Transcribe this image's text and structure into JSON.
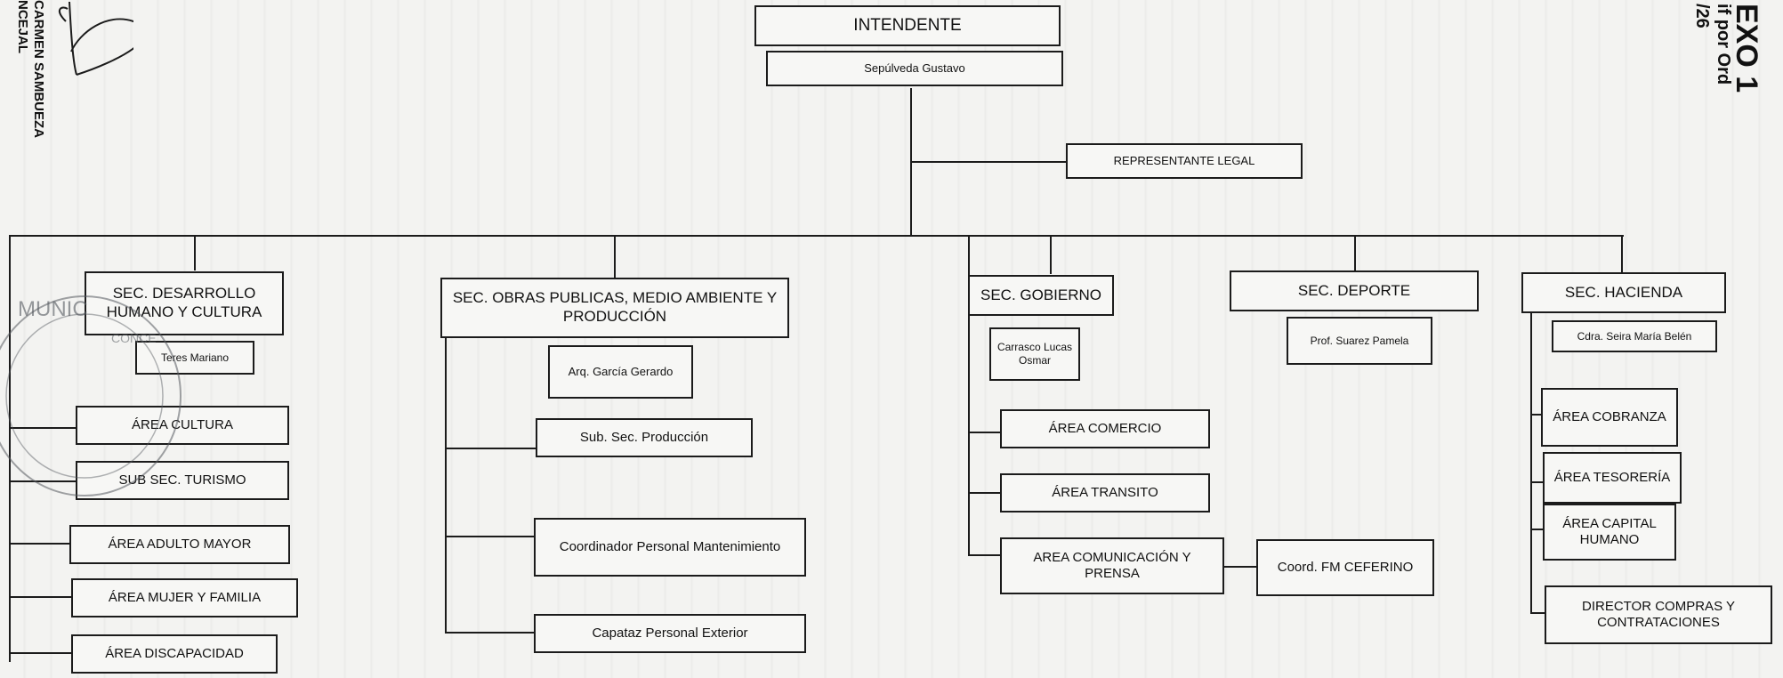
{
  "top": {
    "intendente": "INTENDENTE",
    "intendente_name": "Sepúlveda Gustavo",
    "representante": "REPRESENTANTE LEGAL"
  },
  "sec_desarrollo": {
    "title": "SEC. DESARROLLO HUMANO Y CULTURA",
    "name": "Teres Mariano",
    "areas": [
      "ÁREA CULTURA",
      "SUB SEC. TURISMO",
      "ÁREA ADULTO MAYOR",
      "ÁREA MUJER Y FAMILIA",
      "ÁREA DISCAPACIDAD"
    ]
  },
  "sec_obras": {
    "title": "SEC. OBRAS PUBLICAS, MEDIO AMBIENTE Y PRODUCCIÓN",
    "name": "Arq. García Gerardo",
    "areas": [
      "Sub. Sec. Producción",
      "Coordinador Personal Mantenimiento",
      "Capataz Personal Exterior"
    ]
  },
  "sec_gobierno": {
    "title": "SEC. GOBIERNO",
    "name": "Carrasco Lucas Osmar",
    "areas": [
      "ÁREA COMERCIO",
      "ÁREA TRANSITO",
      "AREA COMUNICACIÓN Y PRENSA"
    ],
    "coord": "Coord. FM CEFERINO"
  },
  "sec_deporte": {
    "title": "SEC. DEPORTE",
    "name": "Prof. Suarez Pamela"
  },
  "sec_hacienda": {
    "title": "SEC. HACIENDA",
    "name": "Cdra. Seira María Belén",
    "areas": [
      "ÁREA COBRANZA",
      "ÁREA TESORERÍA",
      "ÁREA CAPITAL HUMANO",
      "DIRECTOR COMPRAS Y CONTRATACIONES"
    ]
  },
  "margin_right": [
    "EXO 1",
    "if por Ord",
    "/26"
  ],
  "margin_left": [
    "CARMEN SAMBUEZA",
    "NCEJAL"
  ],
  "stamp_text": [
    "MUNIC",
    "CONCE"
  ]
}
